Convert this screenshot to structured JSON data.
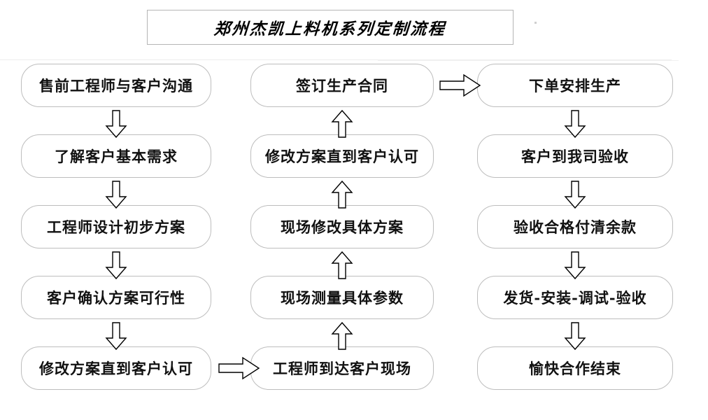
{
  "title": {
    "text": "郑州杰凯上料机系列定制流程"
  },
  "colors": {
    "box_border": "#bdbdbd",
    "title_border": "#b5b5b5",
    "text": "#111111",
    "arrow_stroke": "#000000",
    "background": "#ffffff"
  },
  "columns": {
    "left": {
      "name": "sales-and-design-phase",
      "direction": "down",
      "nodes": [
        {
          "id": "left-0",
          "label": "售前工程师与客户沟通"
        },
        {
          "id": "left-1",
          "label": "了解客户基本需求"
        },
        {
          "id": "left-2",
          "label": "工程师设计初步方案"
        },
        {
          "id": "left-3",
          "label": "客户确认方案可行性"
        },
        {
          "id": "left-4",
          "label": "修改方案直到客户认可"
        }
      ]
    },
    "middle": {
      "name": "onsite-survey-phase",
      "direction": "up",
      "nodes": [
        {
          "id": "mid-0",
          "label": "签订生产合同"
        },
        {
          "id": "mid-1",
          "label": "修改方案直到客户认可"
        },
        {
          "id": "mid-2",
          "label": "现场修改具体方案"
        },
        {
          "id": "mid-3",
          "label": "现场测量具体参数"
        },
        {
          "id": "mid-4",
          "label": "工程师到达客户现场"
        }
      ]
    },
    "right": {
      "name": "production-and-delivery-phase",
      "direction": "down",
      "nodes": [
        {
          "id": "right-0",
          "label": "下单安排生产"
        },
        {
          "id": "right-1",
          "label": "客户到我司验收"
        },
        {
          "id": "right-2",
          "label": "验收合格付清余款"
        },
        {
          "id": "right-3",
          "label": "发货-安装-调试-验收"
        },
        {
          "id": "right-4",
          "label": "愉快合作结束"
        }
      ]
    }
  },
  "connectors": {
    "left_column": [
      {
        "name": "arrow-left-0-to-1",
        "icon": "arrow-down-icon"
      },
      {
        "name": "arrow-left-1-to-2",
        "icon": "arrow-down-icon"
      },
      {
        "name": "arrow-left-2-to-3",
        "icon": "arrow-down-icon"
      },
      {
        "name": "arrow-left-3-to-4",
        "icon": "arrow-down-icon"
      }
    ],
    "middle_column": [
      {
        "name": "arrow-mid-1-to-0",
        "icon": "arrow-up-icon"
      },
      {
        "name": "arrow-mid-2-to-1",
        "icon": "arrow-up-icon"
      },
      {
        "name": "arrow-mid-3-to-2",
        "icon": "arrow-up-icon"
      },
      {
        "name": "arrow-mid-4-to-3",
        "icon": "arrow-up-icon"
      }
    ],
    "right_column": [
      {
        "name": "arrow-right-0-to-1",
        "icon": "arrow-down-icon"
      },
      {
        "name": "arrow-right-1-to-2",
        "icon": "arrow-down-icon"
      },
      {
        "name": "arrow-right-2-to-3",
        "icon": "arrow-down-icon"
      },
      {
        "name": "arrow-right-3-to-4",
        "icon": "arrow-down-icon"
      }
    ],
    "cross_column": [
      {
        "name": "arrow-left-to-middle",
        "icon": "arrow-right-icon"
      },
      {
        "name": "arrow-middle-to-right",
        "icon": "arrow-right-icon"
      }
    ]
  }
}
